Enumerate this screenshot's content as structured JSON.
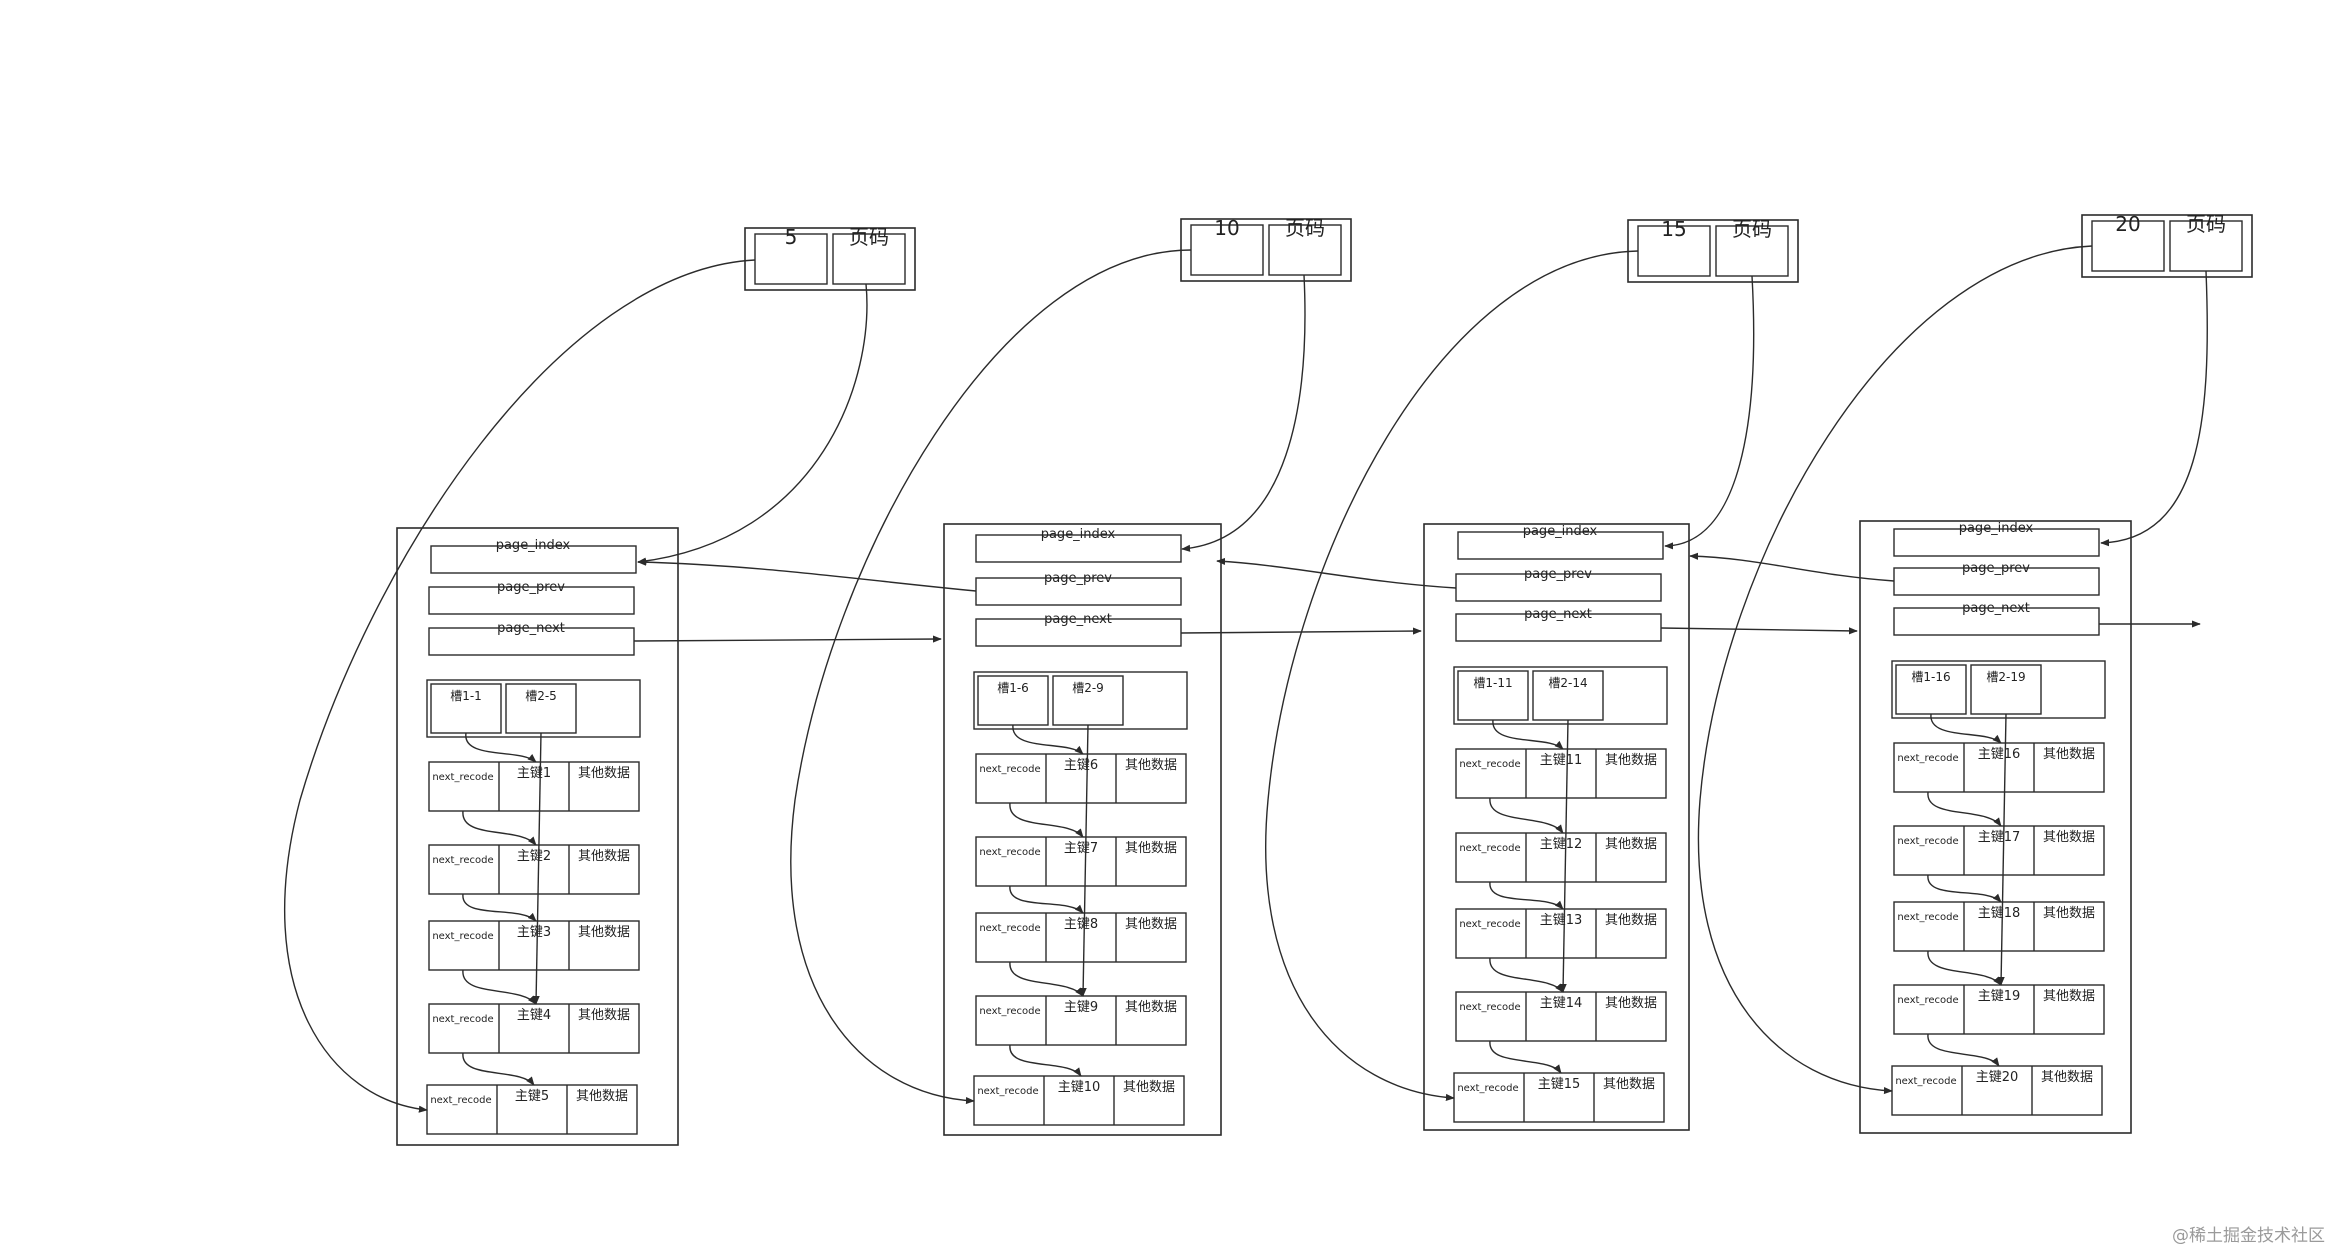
{
  "dir_entries": [
    {
      "key": "5",
      "label": "页码"
    },
    {
      "key": "10",
      "label": "页码"
    },
    {
      "key": "15",
      "label": "页码"
    },
    {
      "key": "20",
      "label": "页码"
    }
  ],
  "pages": [
    {
      "page_index": "page_index",
      "page_prev": "page_prev",
      "page_next": "page_next",
      "slots": [
        "槽1-1",
        "槽2-5"
      ],
      "records": [
        {
          "next": "next_recode",
          "key": "主键1",
          "other": "其他数据"
        },
        {
          "next": "next_recode",
          "key": "主键2",
          "other": "其他数据"
        },
        {
          "next": "next_recode",
          "key": "主键3",
          "other": "其他数据"
        },
        {
          "next": "next_recode",
          "key": "主键4",
          "other": "其他数据"
        },
        {
          "next": "next_recode",
          "key": "主键5",
          "other": "其他数据"
        }
      ]
    },
    {
      "page_index": "page_index",
      "page_prev": "page_prev",
      "page_next": "page_next",
      "slots": [
        "槽1-6",
        "槽2-9"
      ],
      "records": [
        {
          "next": "next_recode",
          "key": "主键6",
          "other": "其他数据"
        },
        {
          "next": "next_recode",
          "key": "主键7",
          "other": "其他数据"
        },
        {
          "next": "next_recode",
          "key": "主键8",
          "other": "其他数据"
        },
        {
          "next": "next_recode",
          "key": "主键9",
          "other": "其他数据"
        },
        {
          "next": "next_recode",
          "key": "主键10",
          "other": "其他数据"
        }
      ]
    },
    {
      "page_index": "page_index",
      "page_prev": "page_prev",
      "page_next": "page_next",
      "slots": [
        "槽1-11",
        "槽2-14"
      ],
      "records": [
        {
          "next": "next_recode",
          "key": "主键11",
          "other": "其他数据"
        },
        {
          "next": "next_recode",
          "key": "主键12",
          "other": "其他数据"
        },
        {
          "next": "next_recode",
          "key": "主键13",
          "other": "其他数据"
        },
        {
          "next": "next_recode",
          "key": "主键14",
          "other": "其他数据"
        },
        {
          "next": "next_recode",
          "key": "主键15",
          "other": "其他数据"
        }
      ]
    },
    {
      "page_index": "page_index",
      "page_prev": "page_prev",
      "page_next": "page_next",
      "slots": [
        "槽1-16",
        "槽2-19"
      ],
      "records": [
        {
          "next": "next_recode",
          "key": "主键16",
          "other": "其他数据"
        },
        {
          "next": "next_recode",
          "key": "主键17",
          "other": "其他数据"
        },
        {
          "next": "next_recode",
          "key": "主键18",
          "other": "其他数据"
        },
        {
          "next": "next_recode",
          "key": "主键19",
          "other": "其他数据"
        },
        {
          "next": "next_recode",
          "key": "主键20",
          "other": "其他数据"
        }
      ]
    }
  ],
  "watermark": "@稀土掘金技术社区"
}
